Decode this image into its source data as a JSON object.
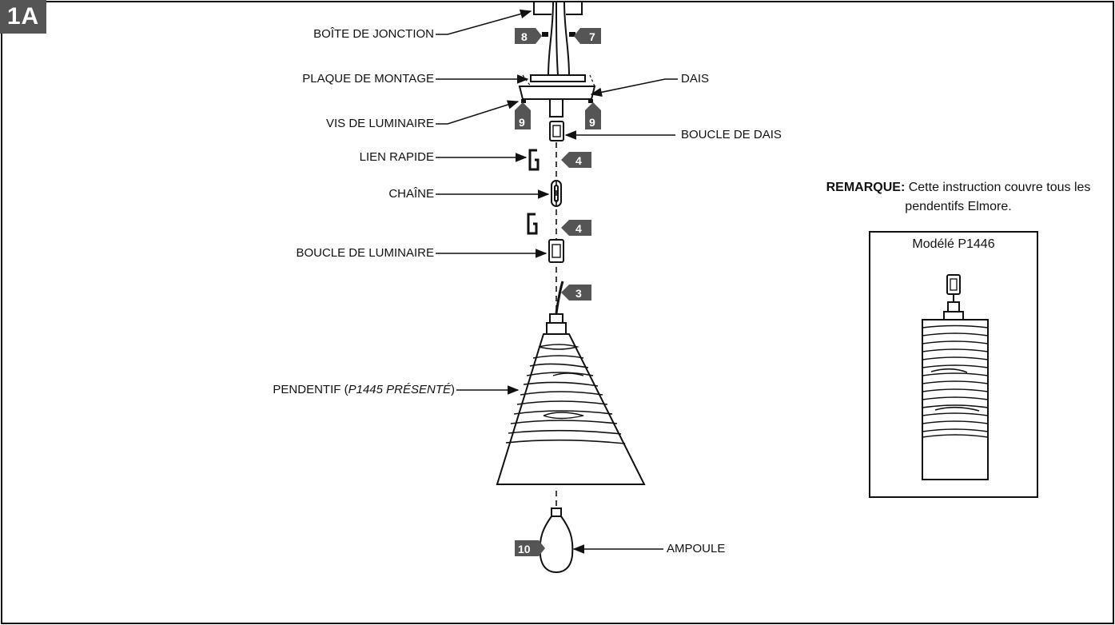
{
  "section": "1A",
  "labels": {
    "junction_box": "BOÎTE DE JONCTION",
    "mounting_plate": "PLAQUE DE MONTAGE",
    "fixture_screw": "VIS DE LUMINAIRE",
    "quick_link": "LIEN RAPIDE",
    "chain": "CHAÎNE",
    "fixture_loop": "BOUCLE DE LUMINAIRE",
    "pendant_prefix": "PENDENTIF (",
    "pendant_model": "P1445 PRÉSENTÉ",
    "pendant_suffix": ")",
    "canopy": "DAIS",
    "canopy_loop": "BOUCLE DE DAIS",
    "bulb": "AMPOULE"
  },
  "steps": {
    "wire_left": "8",
    "wire_right": "7",
    "screw_left": "9",
    "screw_right": "9",
    "link_top": "4",
    "link_bottom": "4",
    "wire": "3",
    "bulb": "10"
  },
  "note": {
    "heading": "REMARQUE:",
    "text": " Cette instruction couvre tous les pendentifs Elmore."
  },
  "inset": {
    "title": "Modélé P1446"
  },
  "colors": {
    "badge": "#555555",
    "line": "#111111"
  }
}
